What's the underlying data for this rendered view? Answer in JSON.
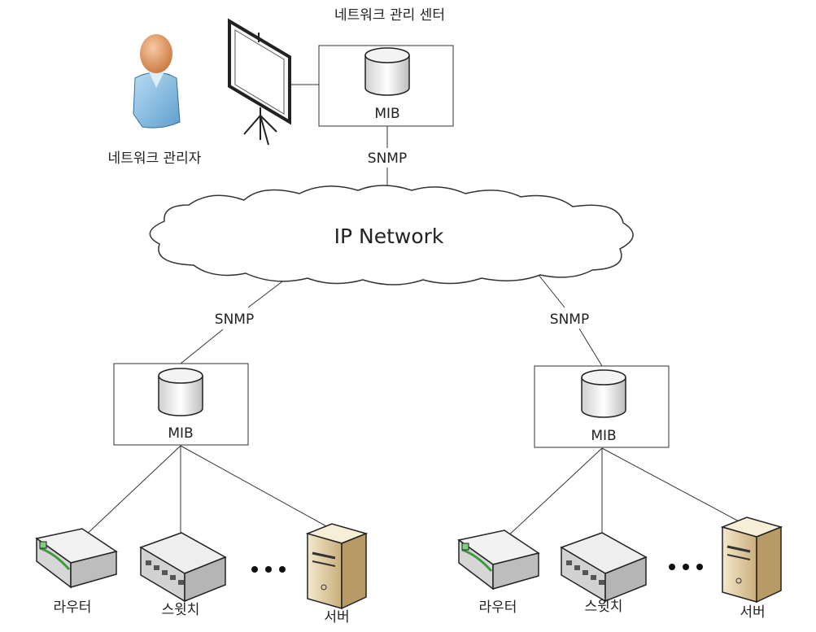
{
  "center": {
    "title": "네트워크 관리 센터",
    "mib": "MIB"
  },
  "manager": {
    "label": "네트워크 관리자"
  },
  "network": {
    "label": "IP Network"
  },
  "protocol": {
    "top": "SNMP",
    "left": "SNMP",
    "right": "SNMP"
  },
  "agents": [
    {
      "mib": "MIB",
      "router": "라우터",
      "switch": "스윗치",
      "server": "서버"
    },
    {
      "mib": "MIB",
      "router": "라우터",
      "switch": "스윗치",
      "server": "서버"
    }
  ],
  "colors": {
    "line": "#333333",
    "cloud": "#ffffff",
    "person_shirt": "#8fc4e6",
    "person_head": "#e8a070",
    "server_body": "#e6d2a8"
  }
}
